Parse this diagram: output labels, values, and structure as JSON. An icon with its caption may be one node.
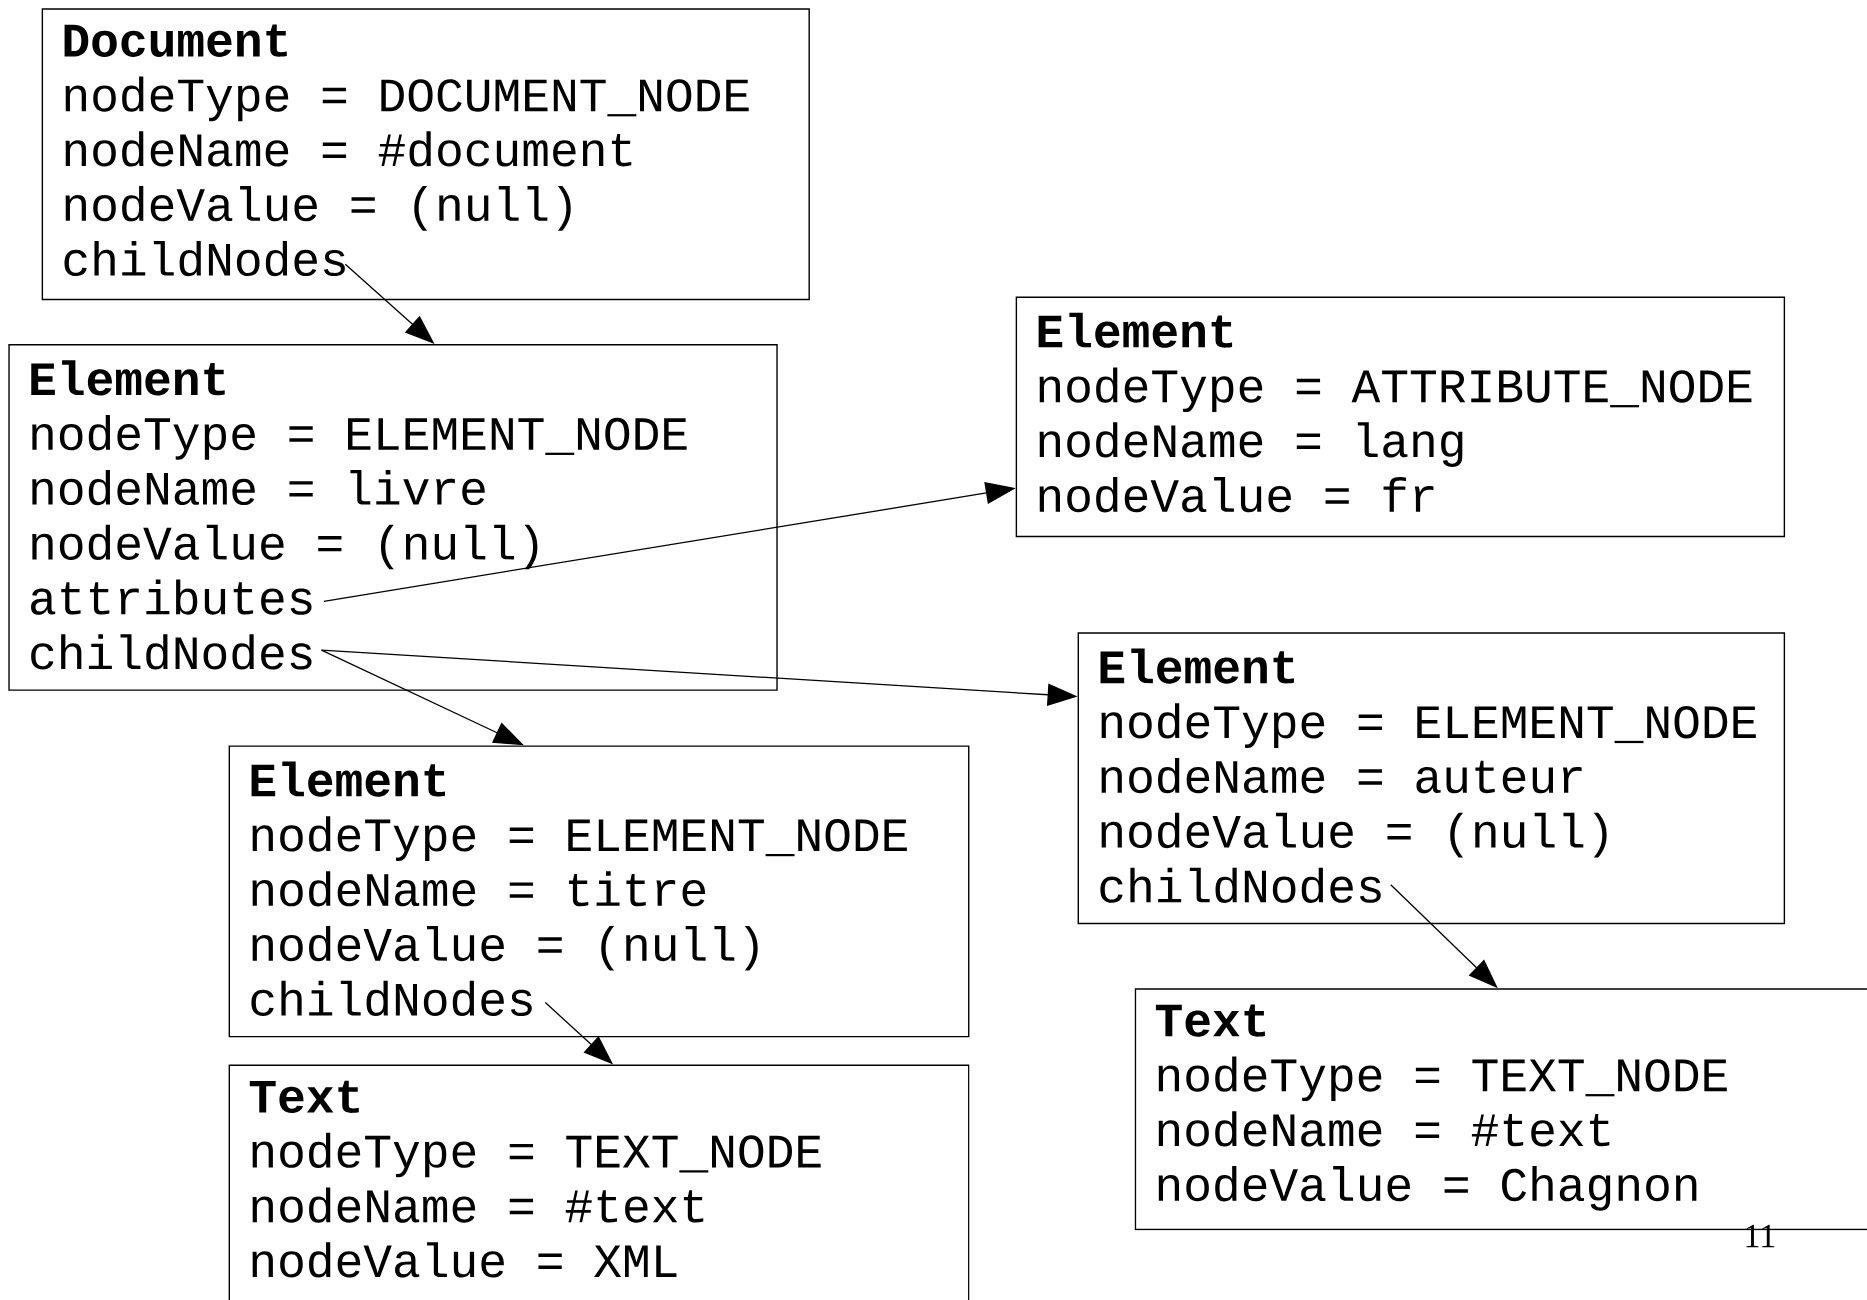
{
  "diagram": {
    "nodes": [
      {
        "text": [
          "Document",
          "nodeType = DOCUMENT_NODE",
          "nodeName = #document",
          "nodeValue = (null)",
          "childNodes"
        ]
      },
      {
        "text": [
          "Element",
          "nodeType = ELEMENT_NODE",
          "nodeName = livre",
          "nodeValue = (null)",
          "attributes",
          "childNodes"
        ]
      },
      {
        "text": [
          "Element",
          "nodeType = ATTRIBUTE_NODE",
          "nodeName = lang",
          "nodeValue = fr"
        ]
      },
      {
        "text": [
          "Element",
          "nodeType = ELEMENT_NODE",
          "nodeName = auteur",
          "nodeValue = (null)",
          "childNodes"
        ]
      },
      {
        "text": [
          "Element",
          "nodeType = ELEMENT_NODE",
          "nodeName = titre",
          "nodeValue = (null)",
          "childNodes"
        ]
      },
      {
        "text": [
          "Text",
          "nodeType = TEXT_NODE",
          "nodeName = #text",
          "nodeValue = Chagnon"
        ]
      },
      {
        "text": [
          "Text",
          "nodeType = TEXT_NODE",
          "nodeName = #text",
          "nodeValue = XML"
        ]
      }
    ],
    "edges": [
      {
        "from": 0,
        "to": 1,
        "arrow": "to"
      },
      {
        "from": 1,
        "to": 2,
        "arrow": "to"
      },
      {
        "from": 1,
        "to": 3,
        "arrow": "to"
      },
      {
        "from": 1,
        "to": 4,
        "arrow": "to"
      },
      {
        "from": 4,
        "to": 6,
        "arrow": "to"
      },
      {
        "from": 3,
        "to": 5,
        "arrow": "to"
      }
    ],
    "labels": [
      "11"
    ]
  }
}
